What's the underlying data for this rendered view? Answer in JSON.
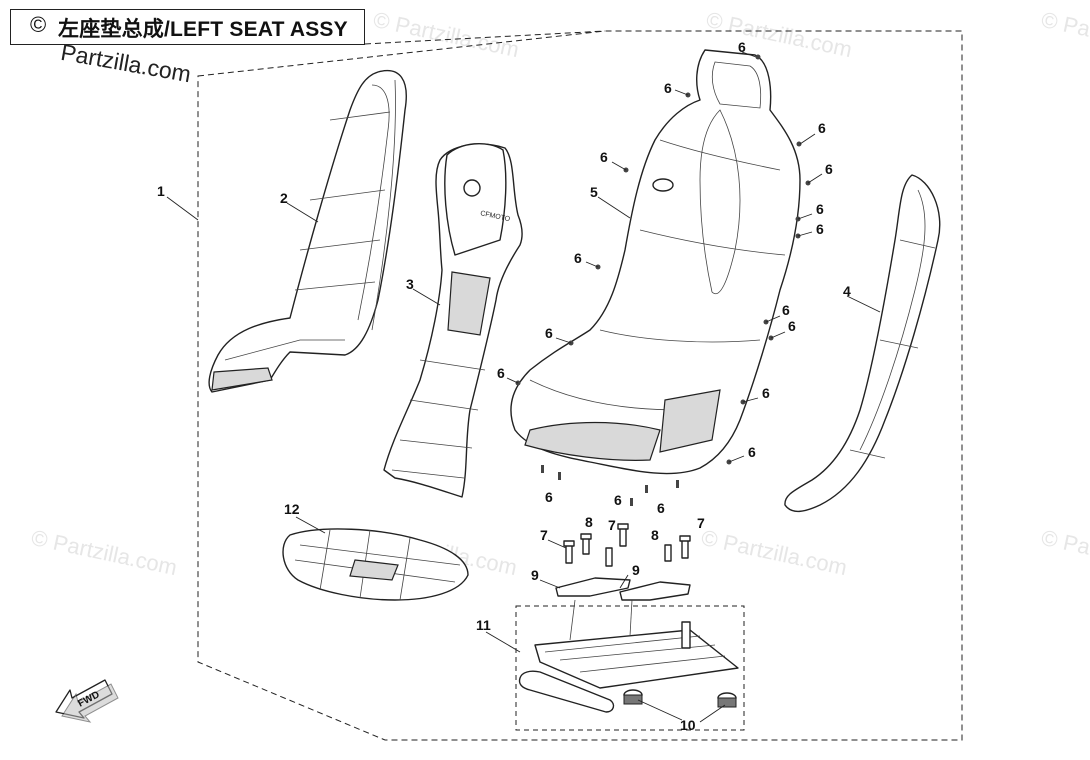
{
  "title": {
    "copyright_symbol": "©",
    "text": "左座垫总成/LEFT SEAT ASSY"
  },
  "watermarks": {
    "primary": "Partzilla.com",
    "faded": "© Partzilla.com"
  },
  "fwd_label": "FWD",
  "callouts": {
    "c1": "1",
    "c2": "2",
    "c3": "3",
    "c4": "4",
    "c5": "5",
    "c6a": "6",
    "c6b": "6",
    "c6c": "6",
    "c6d": "6",
    "c6e": "6",
    "c6f": "6",
    "c6g": "6",
    "c6h": "6",
    "c6i": "6",
    "c6j": "6",
    "c6k": "6",
    "c6l": "6",
    "c6m": "6",
    "c6n": "6",
    "c6o": "6",
    "c6p": "6",
    "c6q": "6",
    "c7a": "7",
    "c7b": "7",
    "c7c": "7",
    "c8a": "8",
    "c8b": "8",
    "c9a": "9",
    "c9b": "9",
    "c10": "10",
    "c11": "11",
    "c12": "12"
  }
}
